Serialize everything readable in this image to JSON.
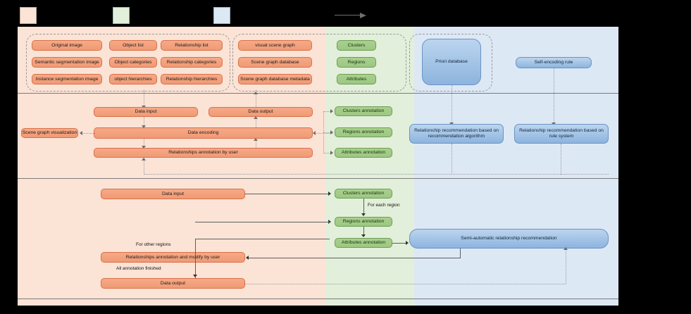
{
  "legend": {
    "items": [
      {
        "name": "pink-swatch",
        "swatch": "#fbe3d6",
        "label": ""
      },
      {
        "name": "green-swatch",
        "swatch": "#e2efda",
        "label": ""
      },
      {
        "name": "blue-swatch",
        "swatch": "#dde8f5",
        "label": ""
      },
      {
        "name": "arrow-sample",
        "swatch": "",
        "label": ""
      }
    ]
  },
  "bands": {
    "pink": "#fbe3d6",
    "green": "#e2efda",
    "blue": "#dde8f5"
  },
  "colors": {
    "orange_node": "#f09a74",
    "green_node": "#a9d08e",
    "blue_node": "#8db4de",
    "connector": "#6d6d6d",
    "separator": "#7b7b7b"
  },
  "row1": {
    "group_data": {
      "col1": [
        "Original image",
        "Semantic segmentation image",
        "Instance segmentation image"
      ],
      "col2": [
        "Object list",
        "Object categories",
        "object hierarchies"
      ],
      "col3": [
        "Relationship list",
        "Relationship categories",
        "Relationship hierarchies"
      ]
    },
    "group_scene": {
      "col1": [
        "visual scene graph",
        "Scene graph database",
        "Scene graph database metadata"
      ],
      "col2": [
        "Clusters",
        "Regions",
        "Attributes"
      ]
    },
    "priori_database": "Priori database",
    "self_encoding_rule": "Self-encoding rule"
  },
  "row2": {
    "data_input": "Data input",
    "data_output": "Data output",
    "data_encoding": "Data encoding",
    "scene_graph_visualization": "Scene graph visualization",
    "relationships_annotation": "Relationships  annotation by user",
    "annotations": [
      "Clusters annotation",
      "Regions annotation",
      "Attributes annotation"
    ],
    "rec_algorithm": "Relationship recommendation based on recommendation algorithm",
    "rec_rule": "Relationship recommendation based on rule system"
  },
  "row3": {
    "data_input": "Data input",
    "clusters_annotation": "Clusters annotation",
    "regions_annotation": "Regions annotation",
    "attributes_annotation": "Attributes annotation",
    "semi_auto": "Semi-automatic relationship recommendation",
    "relationships_modify": "Relationships  annotation and modify by user",
    "data_output": "Data output",
    "label_for_each_region": "For each region",
    "label_for_other_regions": "For other regions",
    "label_all_finished": "All annotation finished"
  }
}
